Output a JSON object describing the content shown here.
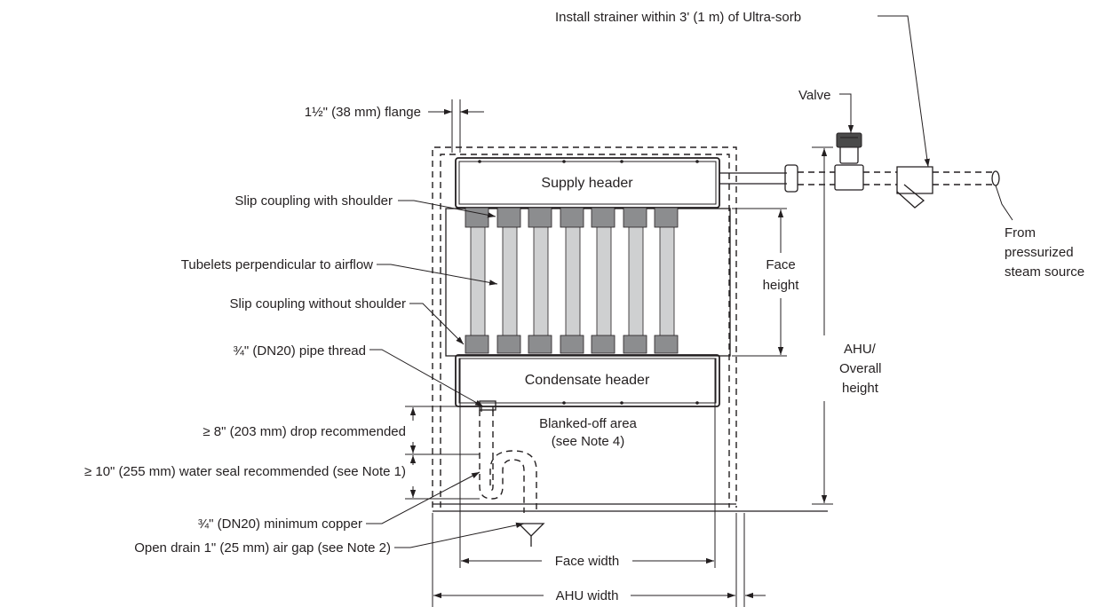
{
  "labels": {
    "strainer": "Install strainer within 3' (1 m) of Ultra-sorb",
    "valve": "Valve",
    "flange": "1½\" (38 mm) flange",
    "supply_header": "Supply header",
    "condensate_header": "Condensate header",
    "slip_with": "Slip coupling with shoulder",
    "tubelets": "Tubelets perpendicular to airflow",
    "slip_without": "Slip coupling without shoulder",
    "pipe_thread": "¾\" (DN20) pipe thread",
    "drop": "≥ 8\" (203 mm) drop recommended",
    "water_seal": "≥ 10\" (255 mm) water seal recommended (see Note 1)",
    "copper": "¾\" (DN20) minimum copper",
    "open_drain": "Open drain 1\" (25 mm) air gap (see Note 2)",
    "blanked_line1": "Blanked-off area",
    "blanked_line2": "(see Note 4)",
    "face_height_line1": "Face",
    "face_height_line2": "height",
    "ahu_height_line1": "AHU/",
    "ahu_height_line2": "Overall",
    "ahu_height_line3": "height",
    "steam_line1": "From",
    "steam_line2": "pressurized",
    "steam_line3": "steam source",
    "face_width": "Face width",
    "ahu_width": "AHU width"
  }
}
